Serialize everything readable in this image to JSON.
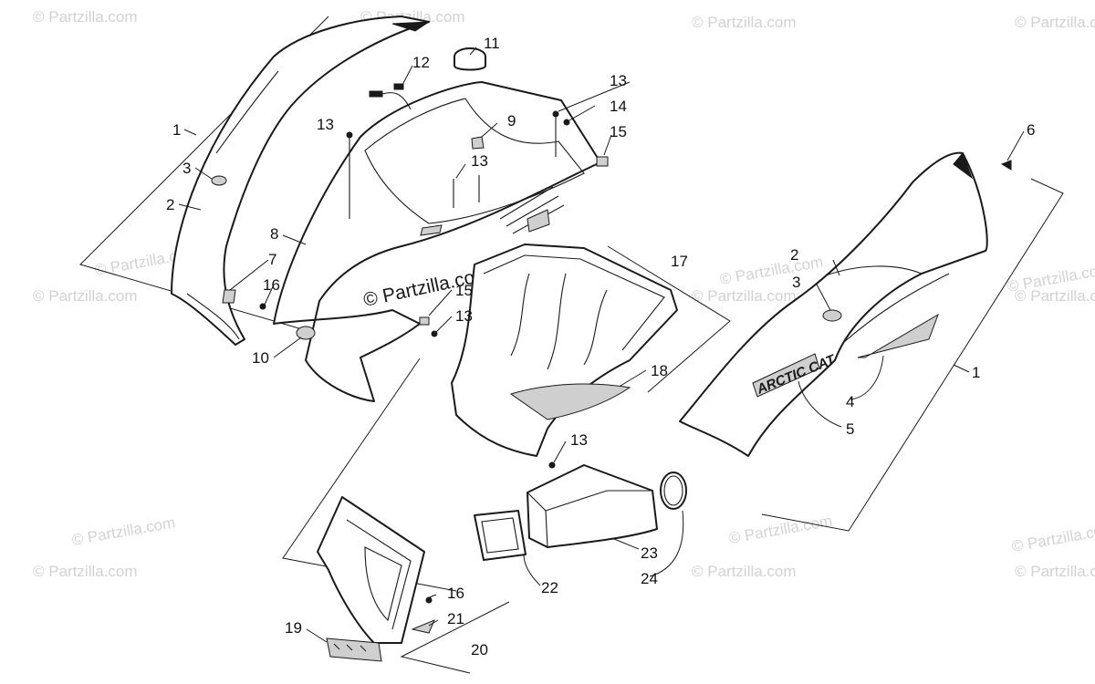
{
  "watermark": {
    "text": "© Partzilla.com",
    "center_text": "© Partzilla.com"
  },
  "brand_decal": "ARCTIC CAT",
  "callouts": {
    "c1_left": "1",
    "c1_right": "1",
    "c2_left": "2",
    "c2_right": "2",
    "c3_left": "3",
    "c3_right": "3",
    "c4": "4",
    "c5": "5",
    "c6": "6",
    "c7": "7",
    "c8": "8",
    "c9": "9",
    "c10": "10",
    "c11": "11",
    "c12": "12",
    "c13_a": "13",
    "c13_b": "13",
    "c13_c": "13",
    "c13_d": "13",
    "c13_e": "13",
    "c14": "14",
    "c15_a": "15",
    "c15_b": "15",
    "c16_a": "16",
    "c16_b": "16",
    "c17": "17",
    "c18": "18",
    "c19": "19",
    "c20": "20",
    "c21": "21",
    "c22": "22",
    "c23": "23",
    "c24": "24"
  }
}
